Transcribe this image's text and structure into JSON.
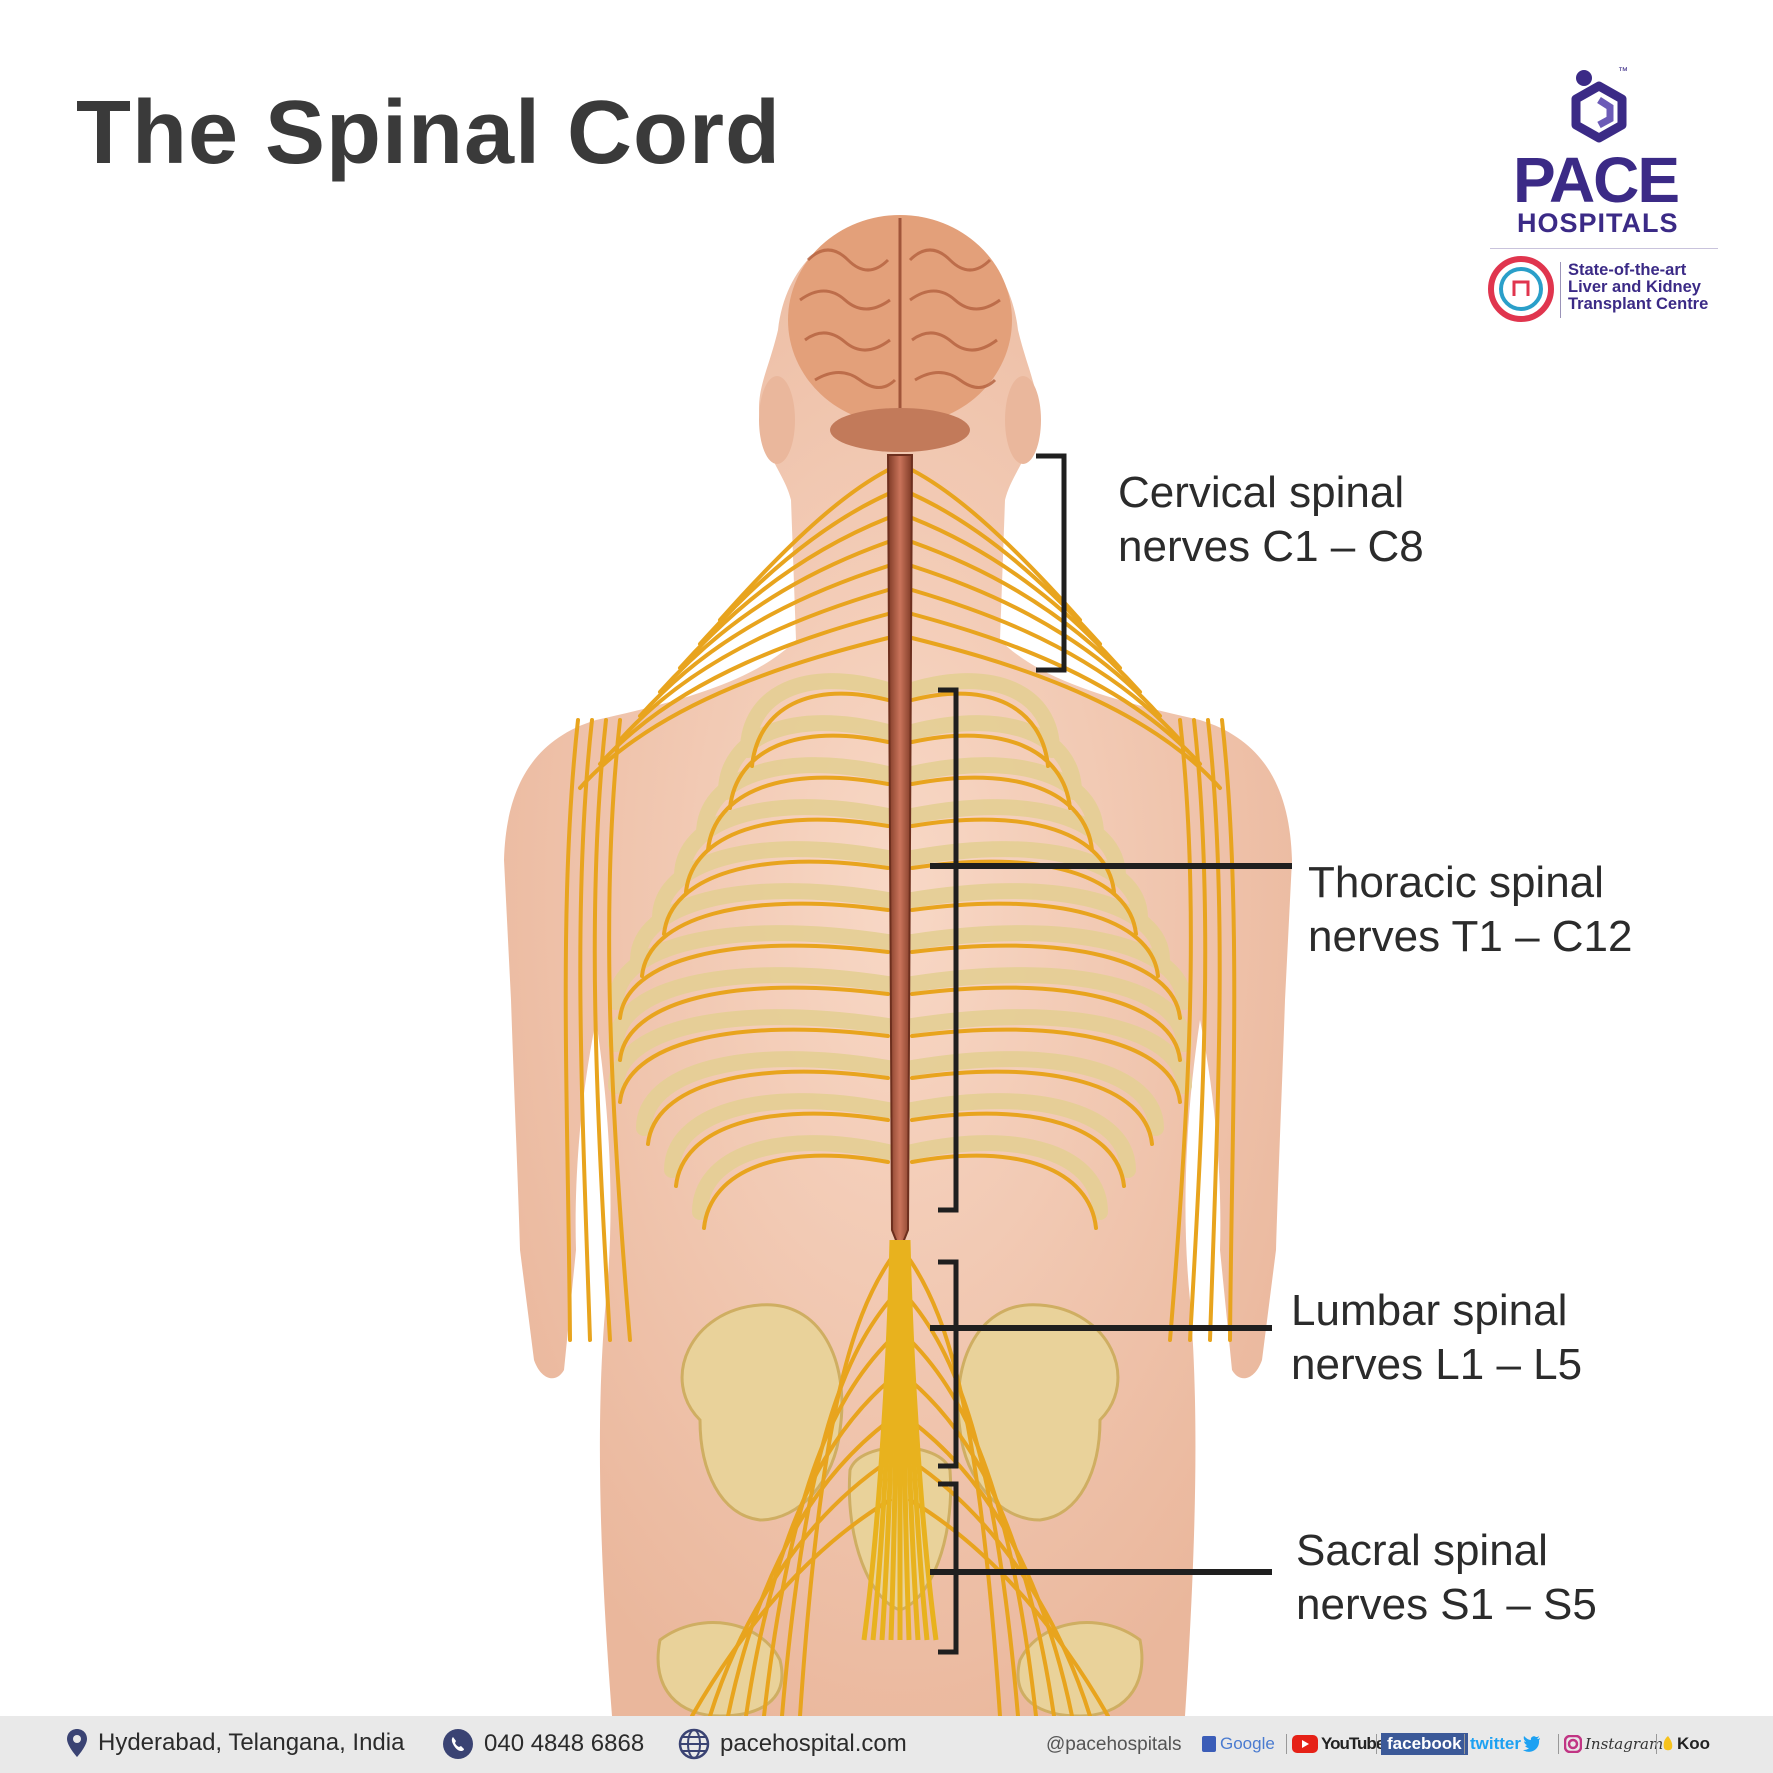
{
  "title": "The Spinal Cord",
  "labels": {
    "cervical": {
      "line1": "Cervical spinal",
      "line2": "nerves C1 – C8"
    },
    "thoracic": {
      "line1": "Thoracic spinal",
      "line2": "nerves T1 – C12"
    },
    "lumbar": {
      "line1": "Lumbar spinal",
      "line2": "nerves L1 – L5"
    },
    "sacral": {
      "line1": "Sacral spinal",
      "line2": "nerves S1 – S5"
    }
  },
  "brand": {
    "name": "PACE",
    "sub": "HOSPITALS",
    "tm": "™",
    "tagline": [
      "State-of-the-art",
      "Liver and Kidney",
      "Transplant Centre"
    ],
    "color": "#3b2a86",
    "accent": "#e0354e"
  },
  "footer": {
    "location": "Hyderabad, Telangana, India",
    "phone": "040 4848 6868",
    "website": "pacehospital.com",
    "handle": "@pacehospitals",
    "social": {
      "google": "Google",
      "youtube": "YouTube",
      "facebook": "facebook",
      "twitter": "twitter",
      "instagram": "Instagram",
      "koo": "Koo"
    }
  },
  "colors": {
    "skin": "#f2c6b0",
    "nerve": "#e8a41e",
    "cord": "#a8513a",
    "brain": "#e3a07a",
    "bone": "#e9d29a",
    "text": "#2b2b2b"
  },
  "icons": [
    "location-pin-icon",
    "phone-icon",
    "globe-icon",
    "youtube-play-icon",
    "twitter-bird-icon",
    "instagram-camera-icon",
    "koo-bird-icon"
  ]
}
